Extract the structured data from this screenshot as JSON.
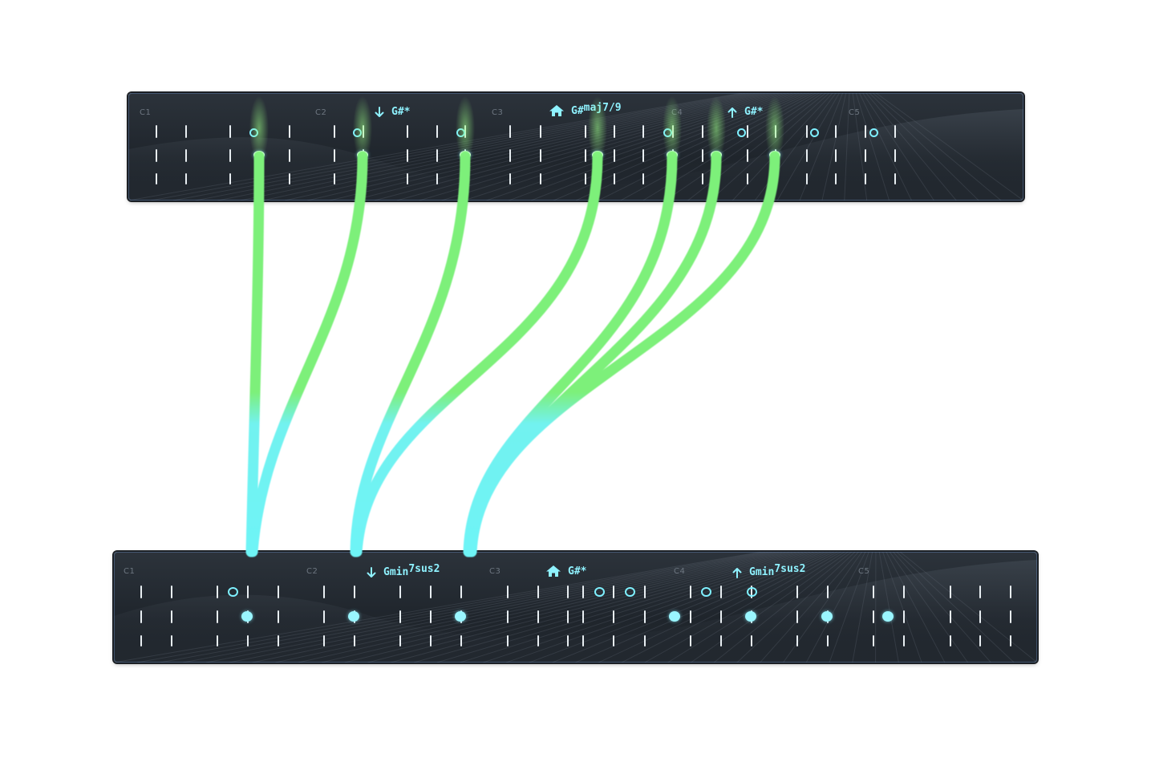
{
  "top_panel": {
    "octaves": [
      "C1",
      "C2",
      "C3",
      "C4",
      "C5"
    ],
    "chords": {
      "down": {
        "icon": "arrow-down-icon",
        "name": "G#*",
        "sup": ""
      },
      "home": {
        "icon": "home-icon",
        "name": "G#",
        "sup": "maj7/9"
      },
      "up": {
        "icon": "arrow-up-icon",
        "name": "G#*",
        "sup": ""
      }
    }
  },
  "bottom_panel": {
    "octaves": [
      "C1",
      "C2",
      "C3",
      "C4",
      "C5"
    ],
    "chords": {
      "down": {
        "icon": "arrow-down-icon",
        "name": "Gmin",
        "sup": "7sus2"
      },
      "home": {
        "icon": "home-icon",
        "name": "G#*",
        "sup": ""
      },
      "up": {
        "icon": "arrow-up-icon",
        "name": "Gmin",
        "sup": "7sus2"
      }
    }
  },
  "colors": {
    "accent": "#8ff2ff",
    "wire_green": "#7df07a",
    "wire_cyan": "#72f2f0",
    "panel_bg": "#262c33"
  }
}
